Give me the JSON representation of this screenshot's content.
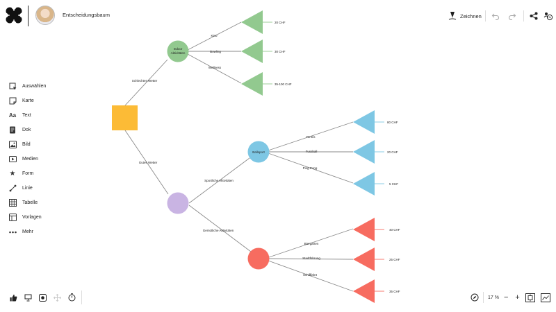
{
  "header": {
    "doc_title": "Entscheidungsbaum",
    "draw_label": "Zeichnen"
  },
  "tools": [
    {
      "label": "Auswählen",
      "icon": "select-icon"
    },
    {
      "label": "Karte",
      "icon": "note-card-icon"
    },
    {
      "label": "Text",
      "icon": "text-icon"
    },
    {
      "label": "Dok",
      "icon": "document-icon"
    },
    {
      "label": "Bild",
      "icon": "image-icon"
    },
    {
      "label": "Medien",
      "icon": "media-icon"
    },
    {
      "label": "Form",
      "icon": "star-shape-icon"
    },
    {
      "label": "Linie",
      "icon": "line-icon"
    },
    {
      "label": "Tabelle",
      "icon": "table-icon"
    },
    {
      "label": "Vorlagen",
      "icon": "templates-icon"
    },
    {
      "label": "Mehr",
      "icon": "more-icon"
    }
  ],
  "footer": {
    "zoom": "17 %"
  },
  "tree": {
    "colors": {
      "root": "#fcbb36",
      "indoor": "#92c98f",
      "outdoor": "#c9b4e3",
      "sport": "#7ec7e4",
      "leisure": "#f76c60",
      "line": "#8a8a8a"
    },
    "branches": {
      "bad": "Schlechtes Wetter",
      "good": "Gutes Wetter",
      "sport": "Sportliche Aktivitäten",
      "leisure": "Gemütliche Aktivitäten"
    },
    "nodes": {
      "indoor_line1": "Indoor",
      "indoor_line2": "Aktivitäten",
      "sport": "Ballsport"
    },
    "leaves": {
      "indoor": [
        {
          "edge": "Kino",
          "value": "20 CHF"
        },
        {
          "edge": "Bowling",
          "value": "30 CHF"
        },
        {
          "edge": "Wellness",
          "value": "35-100 CHF"
        }
      ],
      "sport": [
        {
          "edge": "Tennis",
          "value": "80 CHF"
        },
        {
          "edge": "Fussball",
          "value": "20 CHF"
        },
        {
          "edge": "Ping Pong",
          "value": "5 CHF"
        }
      ],
      "leisure": [
        {
          "edge": "Biergarten",
          "value": "40 CHF"
        },
        {
          "edge": "Stadtführung",
          "value": "25 CHF"
        },
        {
          "edge": "Schifffahrt",
          "value": "35 CHF"
        }
      ]
    }
  }
}
